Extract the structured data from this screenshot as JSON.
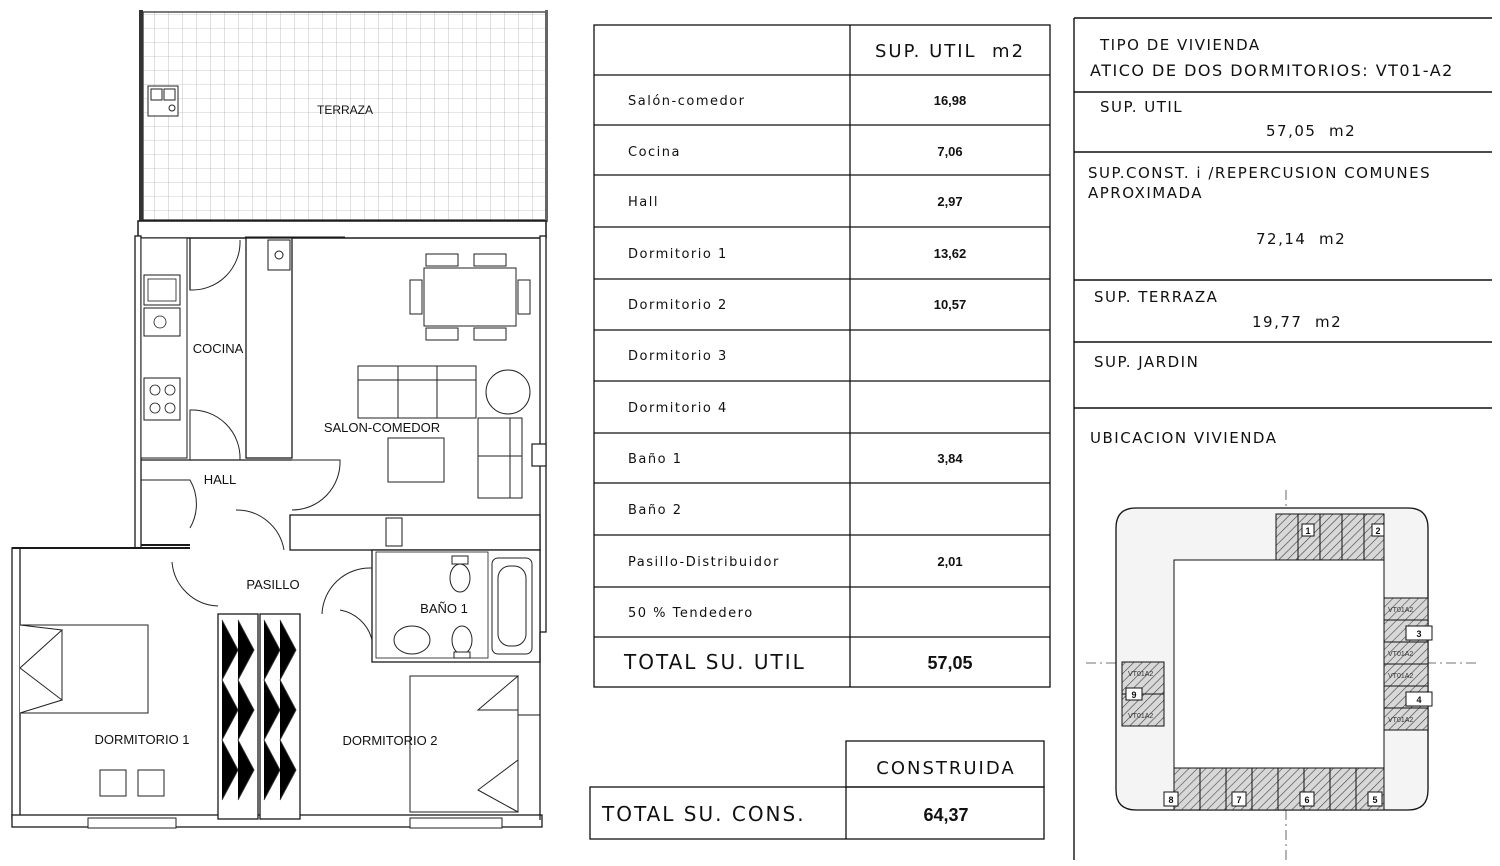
{
  "plan": {
    "rooms": {
      "terraza": "TERRAZA",
      "cocina": "COCINA",
      "salon": "SALON-COMEDOR",
      "hall": "HALL",
      "pasillo": "PASILLO",
      "bano1": "BAÑO 1",
      "dormitorio1": "DORMITORIO 1",
      "dormitorio2": "DORMITORIO 2"
    }
  },
  "table": {
    "header": "SUP. UTIL  m2",
    "rows": [
      {
        "label": "Salón-comedor",
        "value": "16,98"
      },
      {
        "label": "Cocina",
        "value": "7,06"
      },
      {
        "label": "Hall",
        "value": "2,97"
      },
      {
        "label": "Dormitorio 1",
        "value": "13,62"
      },
      {
        "label": "Dormitorio 2",
        "value": "10,57"
      },
      {
        "label": "Dormitorio 3",
        "value": ""
      },
      {
        "label": "Dormitorio 4",
        "value": ""
      },
      {
        "label": "Baño 1",
        "value": "3,84"
      },
      {
        "label": "Baño 2",
        "value": ""
      },
      {
        "label": "Pasillo-Distribuidor",
        "value": "2,01"
      },
      {
        "label": "50 % Tendedero",
        "value": ""
      }
    ],
    "total_label": "TOTAL SU. UTIL",
    "total_value": "57,05"
  },
  "construida": {
    "header": "CONSTRUIDA",
    "total_label": "TOTAL SU. CONS.",
    "total_value": "64,37"
  },
  "info": {
    "tipo_label": "TIPO DE VIVIENDA",
    "tipo_value": "ATICO DE DOS DORMITORIOS: VT01-A2",
    "sup_util_label": "SUP. UTIL",
    "sup_util_value": "57,05  m2",
    "sup_const_label_1": "SUP.CONST. i /REPERCUSION COMUNES",
    "sup_const_label_2": "APROXIMADA",
    "sup_const_value": "72,14  m2",
    "sup_terraza_label": "SUP. TERRAZA",
    "sup_terraza_value": "19,77  m2",
    "sup_jardin_label": "SUP. JARDIN",
    "ubicacion_label": "UBICACION VIVIENDA"
  },
  "location_map": {
    "units": [
      "1",
      "2",
      "3",
      "4",
      "5",
      "6",
      "7",
      "8",
      "9"
    ],
    "small_labels": [
      "VT01A2",
      "VT01A2",
      "VT01A2",
      "VT01A2",
      "VT01A2",
      "VT01A2"
    ]
  }
}
